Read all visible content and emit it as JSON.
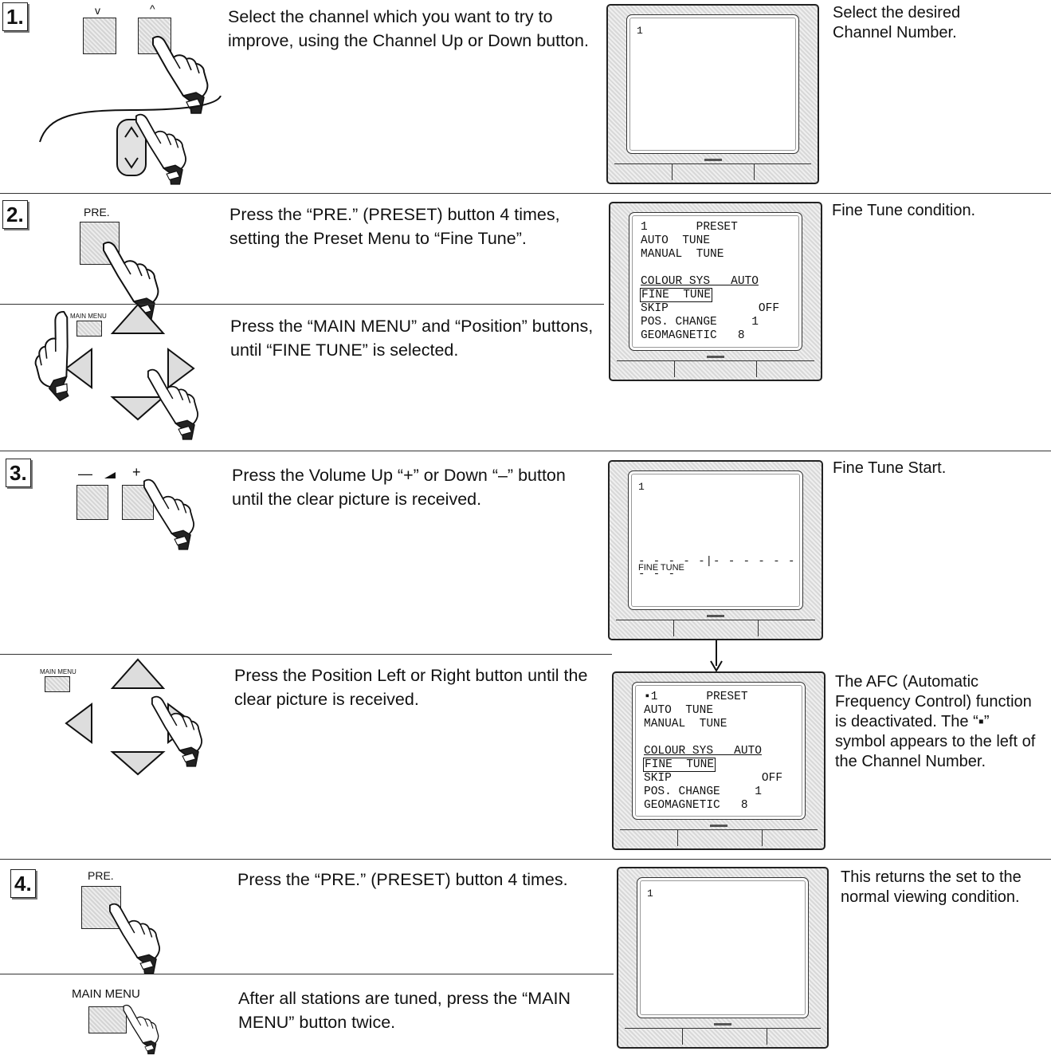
{
  "steps": [
    {
      "number": "1.",
      "buttons": {
        "down_label": "v",
        "up_label": "^"
      },
      "instruction": "Select the channel which you want to try to improve, using the Channel Up or Down button.",
      "screen": {
        "channel": "1"
      },
      "note": "Select the desired Channel Number."
    },
    {
      "number": "2.",
      "button_label": "PRE.",
      "instruction": "Press the “PRE.” (PRESET) button 4 times, setting the Preset Menu to “Fine Tune”.",
      "sub_button_label": "MAIN MENU",
      "sub_instruction": "Press the “MAIN MENU” and “Position” buttons, until “FINE TUNE” is selected.",
      "menu": {
        "line1": "1       PRESET",
        "line2": "AUTO  TUNE",
        "line3": "MANUAL  TUNE",
        "line4": "COLOUR SYS   AUTO",
        "line5": "FINE  TUNE",
        "line6": "SKIP             OFF",
        "line7": "POS. CHANGE     1",
        "line8": "GEOMAGNETIC   8"
      },
      "note": "Fine Tune condition."
    },
    {
      "number": "3.",
      "buttons": {
        "minus_label": "—",
        "plus_label": "+"
      },
      "instruction": "Press the Volume Up “+” or Down “–” button until the clear picture is received.",
      "screen": {
        "channel": "1",
        "fine_tune_label": "FINE TUNE",
        "fine_tune_bar": "- - - - -|- - - - - - - - -"
      },
      "note": "Fine Tune Start.",
      "sub_button_label": "MAIN MENU",
      "sub_instruction": "Press the Position Left or Right  button until the clear picture is received.",
      "menu": {
        "line1": "▪1       PRESET",
        "line2": "AUTO  TUNE",
        "line3": "MANUAL  TUNE",
        "line4": "COLOUR SYS   AUTO",
        "line5": "FINE  TUNE",
        "line6": "SKIP             OFF",
        "line7": "POS. CHANGE     1",
        "line8": "GEOMAGNETIC   8"
      },
      "sub_note": "The AFC (Automatic Frequency Control) function is deactivated. The “▪” symbol appears to the left of the Channel Number."
    },
    {
      "number": "4.",
      "button_label": "PRE.",
      "instruction": "Press the “PRE.” (PRESET) button 4 times.",
      "screen": {
        "channel": "1"
      },
      "note": "This returns the set to the normal viewing condition.",
      "sub_button_label": "MAIN MENU",
      "sub_instruction": "After all stations are tuned, press the “MAIN MENU” button twice."
    }
  ]
}
